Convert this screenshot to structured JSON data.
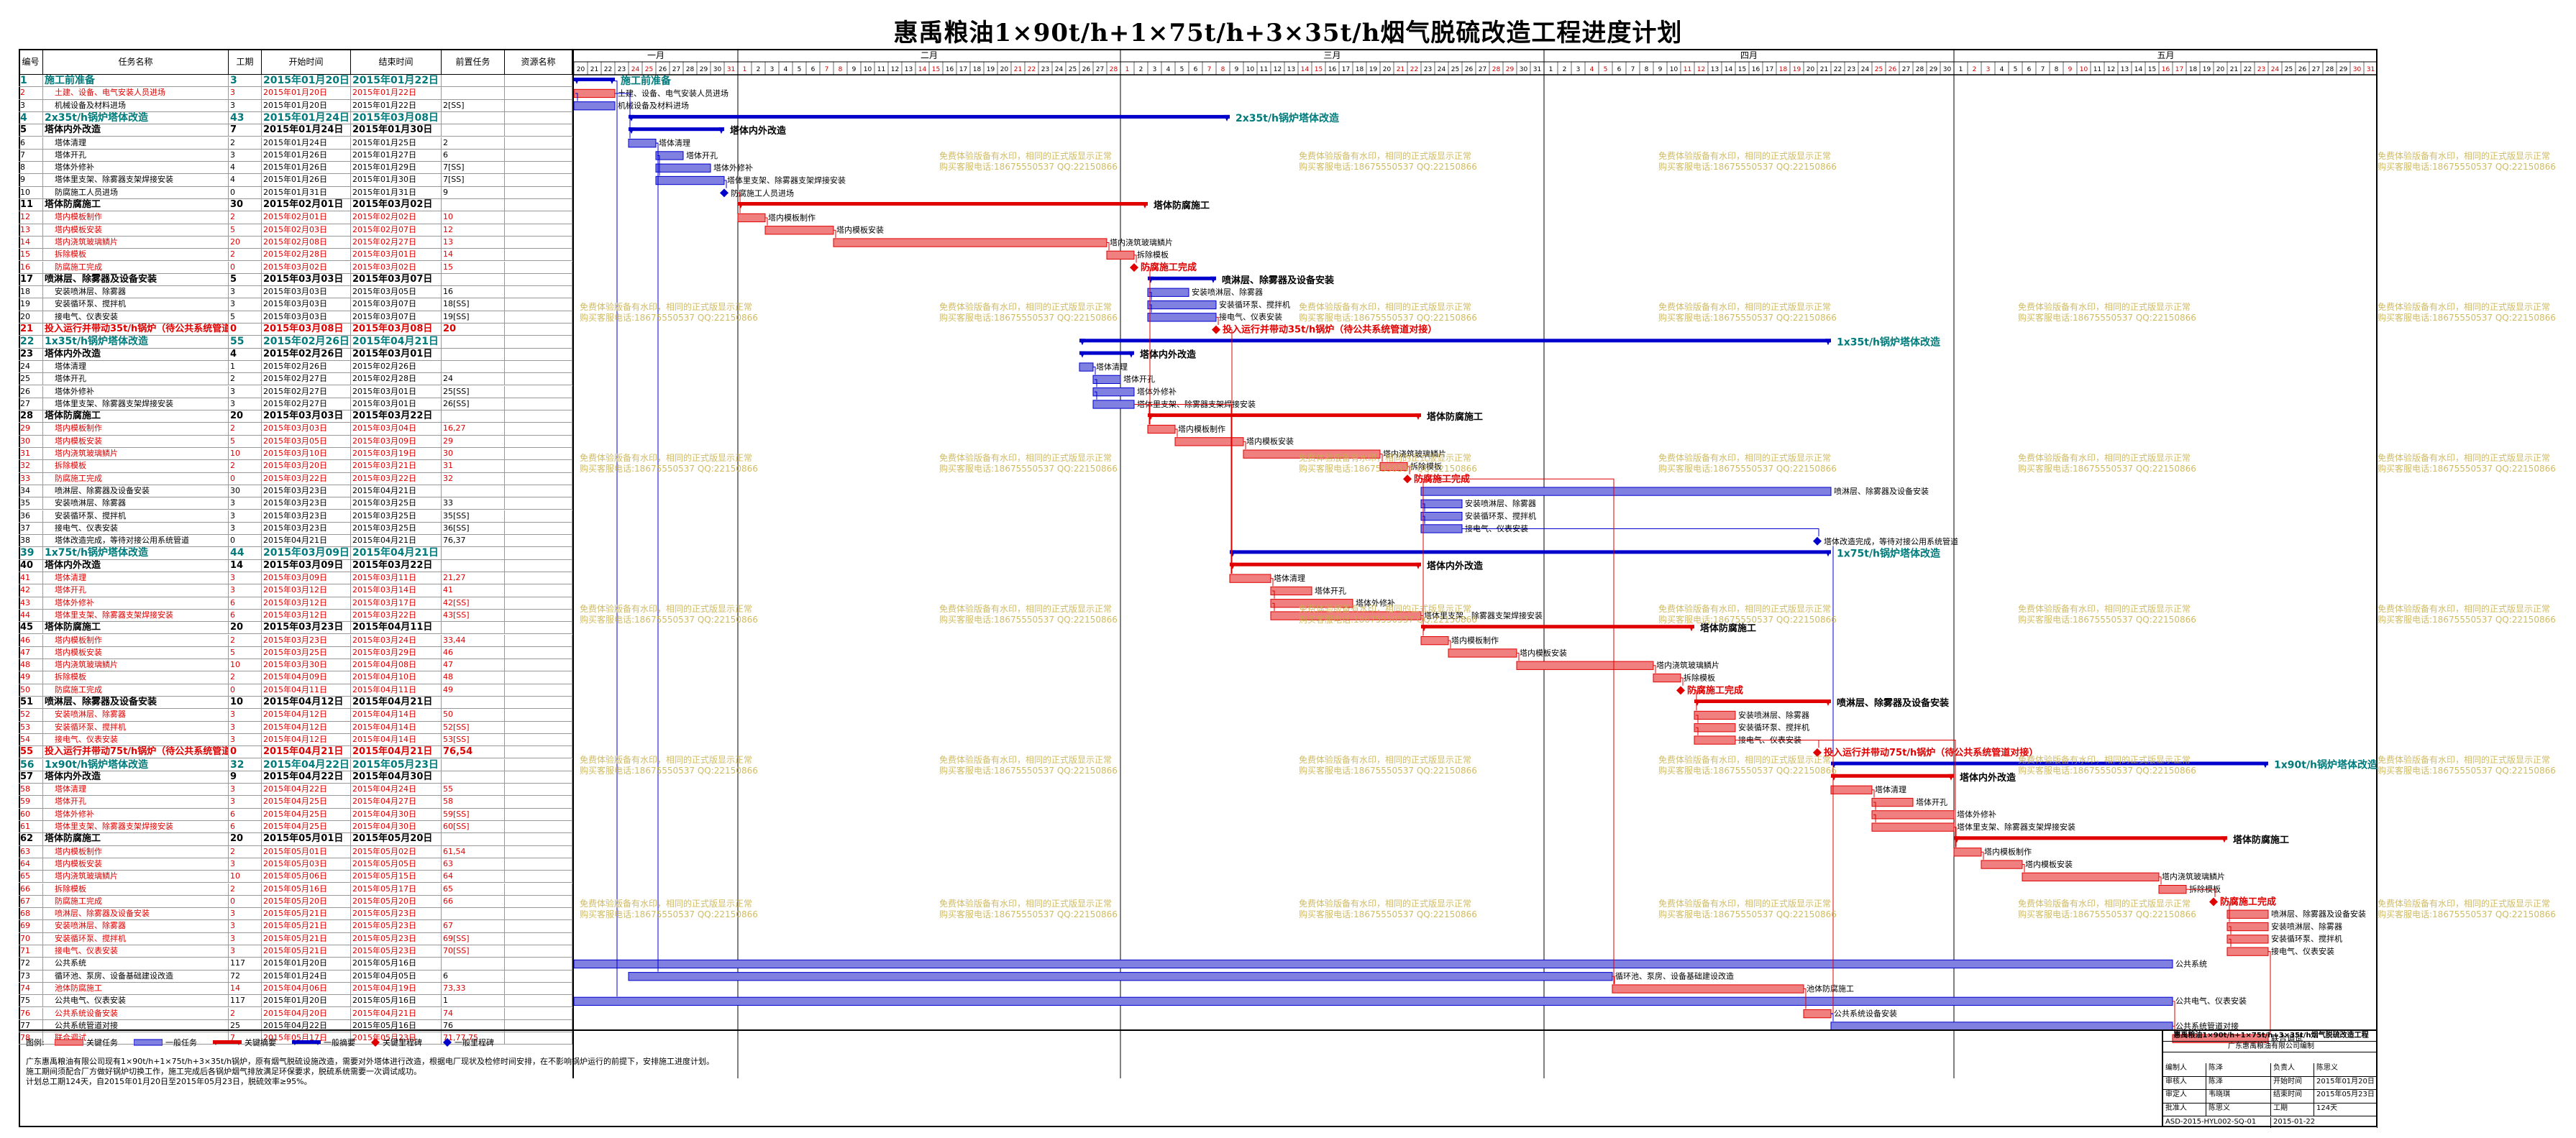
{
  "title": "惠禹粮油1×90t/h+1×75t/h+3×35t/h烟气脱硫改造工程进度计划",
  "columns": [
    "编号",
    "任务名称",
    "工期",
    "开始时间",
    "结束时间",
    "前置任务",
    "资源名称"
  ],
  "months": [
    "一月",
    "二月",
    "三月",
    "四月",
    "五月"
  ],
  "tasks": [
    {
      "id": "1",
      "name": "施工前准备",
      "dur": "3",
      "start": "2015年01月20日",
      "end": "2015年01月22日",
      "pred": "",
      "res": "",
      "type": "top"
    },
    {
      "id": "2",
      "name": "土建、设备、电气安装人员进场",
      "dur": "3",
      "start": "2015年01月20日",
      "end": "2015年01月22日",
      "pred": "",
      "res": "",
      "type": "crit"
    },
    {
      "id": "3",
      "name": "机械设备及材料进场",
      "dur": "3",
      "start": "2015年01月20日",
      "end": "2015年01月22日",
      "pred": "2[SS]",
      "res": "",
      "type": "norm"
    },
    {
      "id": "4",
      "name": "2x35t/h锅炉塔体改造",
      "dur": "43",
      "start": "2015年01月24日",
      "end": "2015年03月08日",
      "pred": "",
      "res": "",
      "type": "top"
    },
    {
      "id": "5",
      "name": "塔体内外改造",
      "dur": "7",
      "start": "2015年01月24日",
      "end": "2015年01月30日",
      "pred": "",
      "res": "",
      "type": "sum"
    },
    {
      "id": "6",
      "name": "塔体清理",
      "dur": "2",
      "start": "2015年01月24日",
      "end": "2015年01月25日",
      "pred": "2",
      "res": "",
      "type": "norm"
    },
    {
      "id": "7",
      "name": "塔体开孔",
      "dur": "3",
      "start": "2015年01月26日",
      "end": "2015年01月27日",
      "pred": "6",
      "res": "",
      "type": "norm"
    },
    {
      "id": "8",
      "name": "塔体外修补",
      "dur": "4",
      "start": "2015年01月26日",
      "end": "2015年01月29日",
      "pred": "7[SS]",
      "res": "",
      "type": "norm"
    },
    {
      "id": "9",
      "name": "塔体里支架、除雾器支架焊接安装",
      "dur": "4",
      "start": "2015年01月26日",
      "end": "2015年01月30日",
      "pred": "7[SS]",
      "res": "",
      "type": "norm"
    },
    {
      "id": "10",
      "name": "防腐施工人员进场",
      "dur": "0",
      "start": "2015年01月31日",
      "end": "2015年01月31日",
      "pred": "9",
      "res": "",
      "type": "norm"
    },
    {
      "id": "11",
      "name": "塔体防腐施工",
      "dur": "30",
      "start": "2015年02月01日",
      "end": "2015年03月02日",
      "pred": "",
      "res": "",
      "type": "sum"
    },
    {
      "id": "12",
      "name": "塔内模板制作",
      "dur": "2",
      "start": "2015年02月01日",
      "end": "2015年02月02日",
      "pred": "10",
      "res": "",
      "type": "crit"
    },
    {
      "id": "13",
      "name": "塔内模板安装",
      "dur": "5",
      "start": "2015年02月03日",
      "end": "2015年02月07日",
      "pred": "12",
      "res": "",
      "type": "crit"
    },
    {
      "id": "14",
      "name": "塔内浇筑玻璃鳞片",
      "dur": "20",
      "start": "2015年02月08日",
      "end": "2015年02月27日",
      "pred": "13",
      "res": "",
      "type": "crit"
    },
    {
      "id": "15",
      "name": "拆除模板",
      "dur": "2",
      "start": "2015年02月28日",
      "end": "2015年03月01日",
      "pred": "14",
      "res": "",
      "type": "crit"
    },
    {
      "id": "16",
      "name": "防腐施工完成",
      "dur": "0",
      "start": "2015年03月02日",
      "end": "2015年03月02日",
      "pred": "15",
      "res": "",
      "type": "crit"
    },
    {
      "id": "17",
      "name": "喷淋层、除雾器及设备安装",
      "dur": "5",
      "start": "2015年03月03日",
      "end": "2015年03月07日",
      "pred": "",
      "res": "",
      "type": "sum"
    },
    {
      "id": "18",
      "name": "安装喷淋层、除雾器",
      "dur": "3",
      "start": "2015年03月03日",
      "end": "2015年03月05日",
      "pred": "16",
      "res": "",
      "type": "norm"
    },
    {
      "id": "19",
      "name": "安装循环泵、搅拌机",
      "dur": "3",
      "start": "2015年03月03日",
      "end": "2015年03月07日",
      "pred": "18[SS]",
      "res": "",
      "type": "norm"
    },
    {
      "id": "20",
      "name": "接电气、仪表安装",
      "dur": "5",
      "start": "2015年03月03日",
      "end": "2015年03月07日",
      "pred": "19[SS]",
      "res": "",
      "type": "norm"
    },
    {
      "id": "21",
      "name": "投入运行并带动35t/h锅炉（待公共系统管道对接）",
      "dur": "0",
      "start": "2015年03月08日",
      "end": "2015年03月08日",
      "pred": "20",
      "res": "",
      "type": "critbold"
    },
    {
      "id": "22",
      "name": "1x35t/h锅炉塔体改造",
      "dur": "55",
      "start": "2015年02月26日",
      "end": "2015年04月21日",
      "pred": "",
      "res": "",
      "type": "top"
    },
    {
      "id": "23",
      "name": "塔体内外改造",
      "dur": "4",
      "start": "2015年02月26日",
      "end": "2015年03月01日",
      "pred": "",
      "res": "",
      "type": "sum"
    },
    {
      "id": "24",
      "name": "塔体清理",
      "dur": "1",
      "start": "2015年02月26日",
      "end": "2015年02月26日",
      "pred": "",
      "res": "",
      "type": "norm"
    },
    {
      "id": "25",
      "name": "塔体开孔",
      "dur": "2",
      "start": "2015年02月27日",
      "end": "2015年02月28日",
      "pred": "24",
      "res": "",
      "type": "norm"
    },
    {
      "id": "26",
      "name": "塔体外修补",
      "dur": "3",
      "start": "2015年02月27日",
      "end": "2015年03月01日",
      "pred": "25[SS]",
      "res": "",
      "type": "norm"
    },
    {
      "id": "27",
      "name": "塔体里支架、除雾器支架焊接安装",
      "dur": "3",
      "start": "2015年02月27日",
      "end": "2015年03月01日",
      "pred": "26[SS]",
      "res": "",
      "type": "norm"
    },
    {
      "id": "28",
      "name": "塔体防腐施工",
      "dur": "20",
      "start": "2015年03月03日",
      "end": "2015年03月22日",
      "pred": "",
      "res": "",
      "type": "sum"
    },
    {
      "id": "29",
      "name": "塔内模板制作",
      "dur": "2",
      "start": "2015年03月03日",
      "end": "2015年03月04日",
      "pred": "16,27",
      "res": "",
      "type": "crit"
    },
    {
      "id": "30",
      "name": "塔内模板安装",
      "dur": "5",
      "start": "2015年03月05日",
      "end": "2015年03月09日",
      "pred": "29",
      "res": "",
      "type": "crit"
    },
    {
      "id": "31",
      "name": "塔内浇筑玻璃鳞片",
      "dur": "10",
      "start": "2015年03月10日",
      "end": "2015年03月19日",
      "pred": "30",
      "res": "",
      "type": "crit"
    },
    {
      "id": "32",
      "name": "拆除模板",
      "dur": "2",
      "start": "2015年03月20日",
      "end": "2015年03月21日",
      "pred": "31",
      "res": "",
      "type": "crit"
    },
    {
      "id": "33",
      "name": "防腐施工完成",
      "dur": "0",
      "start": "2015年03月22日",
      "end": "2015年03月22日",
      "pred": "32",
      "res": "",
      "type": "crit"
    },
    {
      "id": "34",
      "name": "喷淋层、除雾器及设备安装",
      "dur": "30",
      "start": "2015年03月23日",
      "end": "2015年04月21日",
      "pred": "",
      "res": "",
      "type": "norm"
    },
    {
      "id": "35",
      "name": "安装喷淋层、除雾器",
      "dur": "3",
      "start": "2015年03月23日",
      "end": "2015年03月25日",
      "pred": "33",
      "res": "",
      "type": "norm"
    },
    {
      "id": "36",
      "name": "安装循环泵、搅拌机",
      "dur": "3",
      "start": "2015年03月23日",
      "end": "2015年03月25日",
      "pred": "35[SS]",
      "res": "",
      "type": "norm"
    },
    {
      "id": "37",
      "name": "接电气、仪表安装",
      "dur": "3",
      "start": "2015年03月23日",
      "end": "2015年03月25日",
      "pred": "36[SS]",
      "res": "",
      "type": "norm"
    },
    {
      "id": "38",
      "name": "塔体改造完成，等待对接公用系统管道",
      "dur": "0",
      "start": "2015年04月21日",
      "end": "2015年04月21日",
      "pred": "76,37",
      "res": "",
      "type": "norm"
    },
    {
      "id": "39",
      "name": "1x75t/h锅炉塔体改造",
      "dur": "44",
      "start": "2015年03月09日",
      "end": "2015年04月21日",
      "pred": "",
      "res": "",
      "type": "top"
    },
    {
      "id": "40",
      "name": "塔体内外改造",
      "dur": "14",
      "start": "2015年03月09日",
      "end": "2015年03月22日",
      "pred": "",
      "res": "",
      "type": "sum"
    },
    {
      "id": "41",
      "name": "塔体清理",
      "dur": "3",
      "start": "2015年03月09日",
      "end": "2015年03月11日",
      "pred": "21,27",
      "res": "",
      "type": "crit"
    },
    {
      "id": "42",
      "name": "塔体开孔",
      "dur": "3",
      "start": "2015年03月12日",
      "end": "2015年03月14日",
      "pred": "41",
      "res": "",
      "type": "crit"
    },
    {
      "id": "43",
      "name": "塔体外修补",
      "dur": "6",
      "start": "2015年03月12日",
      "end": "2015年03月17日",
      "pred": "42[SS]",
      "res": "",
      "type": "crit"
    },
    {
      "id": "44",
      "name": "塔体里支架、除雾器支架焊接安装",
      "dur": "6",
      "start": "2015年03月12日",
      "end": "2015年03月22日",
      "pred": "43[SS]",
      "res": "",
      "type": "crit"
    },
    {
      "id": "45",
      "name": "塔体防腐施工",
      "dur": "20",
      "start": "2015年03月23日",
      "end": "2015年04月11日",
      "pred": "",
      "res": "",
      "type": "sum"
    },
    {
      "id": "46",
      "name": "塔内模板制作",
      "dur": "2",
      "start": "2015年03月23日",
      "end": "2015年03月24日",
      "pred": "33,44",
      "res": "",
      "type": "crit"
    },
    {
      "id": "47",
      "name": "塔内模板安装",
      "dur": "5",
      "start": "2015年03月25日",
      "end": "2015年03月29日",
      "pred": "46",
      "res": "",
      "type": "crit"
    },
    {
      "id": "48",
      "name": "塔内浇筑玻璃鳞片",
      "dur": "10",
      "start": "2015年03月30日",
      "end": "2015年04月08日",
      "pred": "47",
      "res": "",
      "type": "crit"
    },
    {
      "id": "49",
      "name": "拆除模板",
      "dur": "2",
      "start": "2015年04月09日",
      "end": "2015年04月10日",
      "pred": "48",
      "res": "",
      "type": "crit"
    },
    {
      "id": "50",
      "name": "防腐施工完成",
      "dur": "0",
      "start": "2015年04月11日",
      "end": "2015年04月11日",
      "pred": "49",
      "res": "",
      "type": "crit"
    },
    {
      "id": "51",
      "name": "喷淋层、除雾器及设备安装",
      "dur": "10",
      "start": "2015年04月12日",
      "end": "2015年04月21日",
      "pred": "",
      "res": "",
      "type": "sum"
    },
    {
      "id": "52",
      "name": "安装喷淋层、除雾器",
      "dur": "3",
      "start": "2015年04月12日",
      "end": "2015年04月14日",
      "pred": "50",
      "res": "",
      "type": "crit"
    },
    {
      "id": "53",
      "name": "安装循环泵、搅拌机",
      "dur": "3",
      "start": "2015年04月12日",
      "end": "2015年04月14日",
      "pred": "52[SS]",
      "res": "",
      "type": "crit"
    },
    {
      "id": "54",
      "name": "接电气、仪表安装",
      "dur": "3",
      "start": "2015年04月12日",
      "end": "2015年04月14日",
      "pred": "53[SS]",
      "res": "",
      "type": "crit"
    },
    {
      "id": "55",
      "name": "投入运行并带动75t/h锅炉（待公共系统管道对接）",
      "dur": "0",
      "start": "2015年04月21日",
      "end": "2015年04月21日",
      "pred": "76,54",
      "res": "",
      "type": "critbold"
    },
    {
      "id": "56",
      "name": "1x90t/h锅炉塔体改造",
      "dur": "32",
      "start": "2015年04月22日",
      "end": "2015年05月23日",
      "pred": "",
      "res": "",
      "type": "top"
    },
    {
      "id": "57",
      "name": "塔体内外改造",
      "dur": "9",
      "start": "2015年04月22日",
      "end": "2015年04月30日",
      "pred": "",
      "res": "",
      "type": "sum"
    },
    {
      "id": "58",
      "name": "塔体清理",
      "dur": "3",
      "start": "2015年04月22日",
      "end": "2015年04月24日",
      "pred": "55",
      "res": "",
      "type": "crit"
    },
    {
      "id": "59",
      "name": "塔体开孔",
      "dur": "3",
      "start": "2015年04月25日",
      "end": "2015年04月27日",
      "pred": "58",
      "res": "",
      "type": "crit"
    },
    {
      "id": "60",
      "name": "塔体外修补",
      "dur": "6",
      "start": "2015年04月25日",
      "end": "2015年04月30日",
      "pred": "59[SS]",
      "res": "",
      "type": "crit"
    },
    {
      "id": "61",
      "name": "塔体里支架、除雾器支架焊接安装",
      "dur": "6",
      "start": "2015年04月25日",
      "end": "2015年04月30日",
      "pred": "60[SS]",
      "res": "",
      "type": "crit"
    },
    {
      "id": "62",
      "name": "塔体防腐施工",
      "dur": "20",
      "start": "2015年05月01日",
      "end": "2015年05月20日",
      "pred": "",
      "res": "",
      "type": "sum"
    },
    {
      "id": "63",
      "name": "塔内模板制作",
      "dur": "2",
      "start": "2015年05月01日",
      "end": "2015年05月02日",
      "pred": "61,54",
      "res": "",
      "type": "crit"
    },
    {
      "id": "64",
      "name": "塔内模板安装",
      "dur": "3",
      "start": "2015年05月03日",
      "end": "2015年05月05日",
      "pred": "63",
      "res": "",
      "type": "crit"
    },
    {
      "id": "65",
      "name": "塔内浇筑玻璃鳞片",
      "dur": "10",
      "start": "2015年05月06日",
      "end": "2015年05月15日",
      "pred": "64",
      "res": "",
      "type": "crit"
    },
    {
      "id": "66",
      "name": "拆除模板",
      "dur": "2",
      "start": "2015年05月16日",
      "end": "2015年05月17日",
      "pred": "65",
      "res": "",
      "type": "crit"
    },
    {
      "id": "67",
      "name": "防腐施工完成",
      "dur": "0",
      "start": "2015年05月20日",
      "end": "2015年05月20日",
      "pred": "66",
      "res": "",
      "type": "crit"
    },
    {
      "id": "68",
      "name": "喷淋层、除雾器及设备安装",
      "dur": "3",
      "start": "2015年05月21日",
      "end": "2015年05月23日",
      "pred": "",
      "res": "",
      "type": "crit"
    },
    {
      "id": "69",
      "name": "安装喷淋层、除雾器",
      "dur": "3",
      "start": "2015年05月21日",
      "end": "2015年05月23日",
      "pred": "67",
      "res": "",
      "type": "crit"
    },
    {
      "id": "70",
      "name": "安装循环泵、搅拌机",
      "dur": "3",
      "start": "2015年05月21日",
      "end": "2015年05月23日",
      "pred": "69[SS]",
      "res": "",
      "type": "crit"
    },
    {
      "id": "71",
      "name": "接电气、仪表安装",
      "dur": "3",
      "start": "2015年05月21日",
      "end": "2015年05月23日",
      "pred": "70[SS]",
      "res": "",
      "type": "crit"
    },
    {
      "id": "72",
      "name": "公共系统",
      "dur": "117",
      "start": "2015年01月20日",
      "end": "2015年05月16日",
      "pred": "",
      "res": "",
      "type": "norm"
    },
    {
      "id": "73",
      "name": "循环池、泵房、设备基础建设改造",
      "dur": "72",
      "start": "2015年01月24日",
      "end": "2015年04月05日",
      "pred": "6",
      "res": "",
      "type": "norm"
    },
    {
      "id": "74",
      "name": "池体防腐施工",
      "dur": "14",
      "start": "2015年04月06日",
      "end": "2015年04月19日",
      "pred": "73,33",
      "res": "",
      "type": "crit"
    },
    {
      "id": "75",
      "name": "公共电气、仪表安装",
      "dur": "117",
      "start": "2015年01月20日",
      "end": "2015年05月16日",
      "pred": "1",
      "res": "",
      "type": "norm"
    },
    {
      "id": "76",
      "name": "公共系统设备安装",
      "dur": "2",
      "start": "2015年04月20日",
      "end": "2015年04月21日",
      "pred": "74",
      "res": "",
      "type": "crit"
    },
    {
      "id": "77",
      "name": "公共系统管道对接",
      "dur": "25",
      "start": "2015年04月22日",
      "end": "2015年05月16日",
      "pred": "76",
      "res": "",
      "type": "norm"
    },
    {
      "id": "78",
      "name": "联合调试",
      "dur": "7",
      "start": "2015年05月17日",
      "end": "2015年05月23日",
      "pred": "71,77,75",
      "res": "",
      "type": "crit"
    }
  ],
  "legend": {
    "label": "图例:",
    "items": [
      "关键任务",
      "一般任务",
      "关键摘要",
      "一般摘要",
      "关键里程碑",
      "一般里程碑"
    ],
    "notes": [
      "广东惠禹粮油有限公司现有1×90t/h+1×75t/h+3×35t/h锅炉，原有烟气脱硫设施改造，需要对外塔体进行改造，根据电厂现状及检修时间安排，在不影响锅炉运行的前提下，安排施工进度计划。",
      "施工期间须配合厂方做好锅炉切换工作，施工完成后各锅炉烟气排放满足环保要求，脱硫系统需要一次调试成功。",
      "计划总工期124天，自2015年01月20日至2015年05月23日，脱硫效率≥95%。"
    ]
  },
  "titlebox": {
    "project": "惠禹粮油1×90t/h+1×75t/h+3×35t/h烟气脱硫改造工程",
    "unit": "广东惠禹粮油有限公司编制",
    "rows": [
      [
        "编制人",
        "陈泽",
        "负责人",
        "陈思义"
      ],
      [
        "审核人",
        "陈泽",
        "开始时间",
        "2015年01月20日"
      ],
      [
        "审定人",
        "韦晓琪",
        "结束时间",
        "2015年05月23日"
      ],
      [
        "批准人",
        "陈思义",
        "工期",
        "124天"
      ]
    ],
    "doc_no": "ASD-2015-HYL002-SQ-01",
    "date": "2015-01-22"
  },
  "watermark": [
    "免费体验版备有水印，相同的正式版显示正常",
    "购买客服电话:18675550537 QQ:22150866"
  ],
  "timeline": {
    "start": "2015-01-20",
    "end": "2015-05-31"
  },
  "colors": {
    "critical": "#e00000",
    "critical_fill": "#f08080",
    "normal": "#0000cc",
    "normal_fill": "#8080e0",
    "top": "#007a7a",
    "milestone": "#e00000"
  }
}
